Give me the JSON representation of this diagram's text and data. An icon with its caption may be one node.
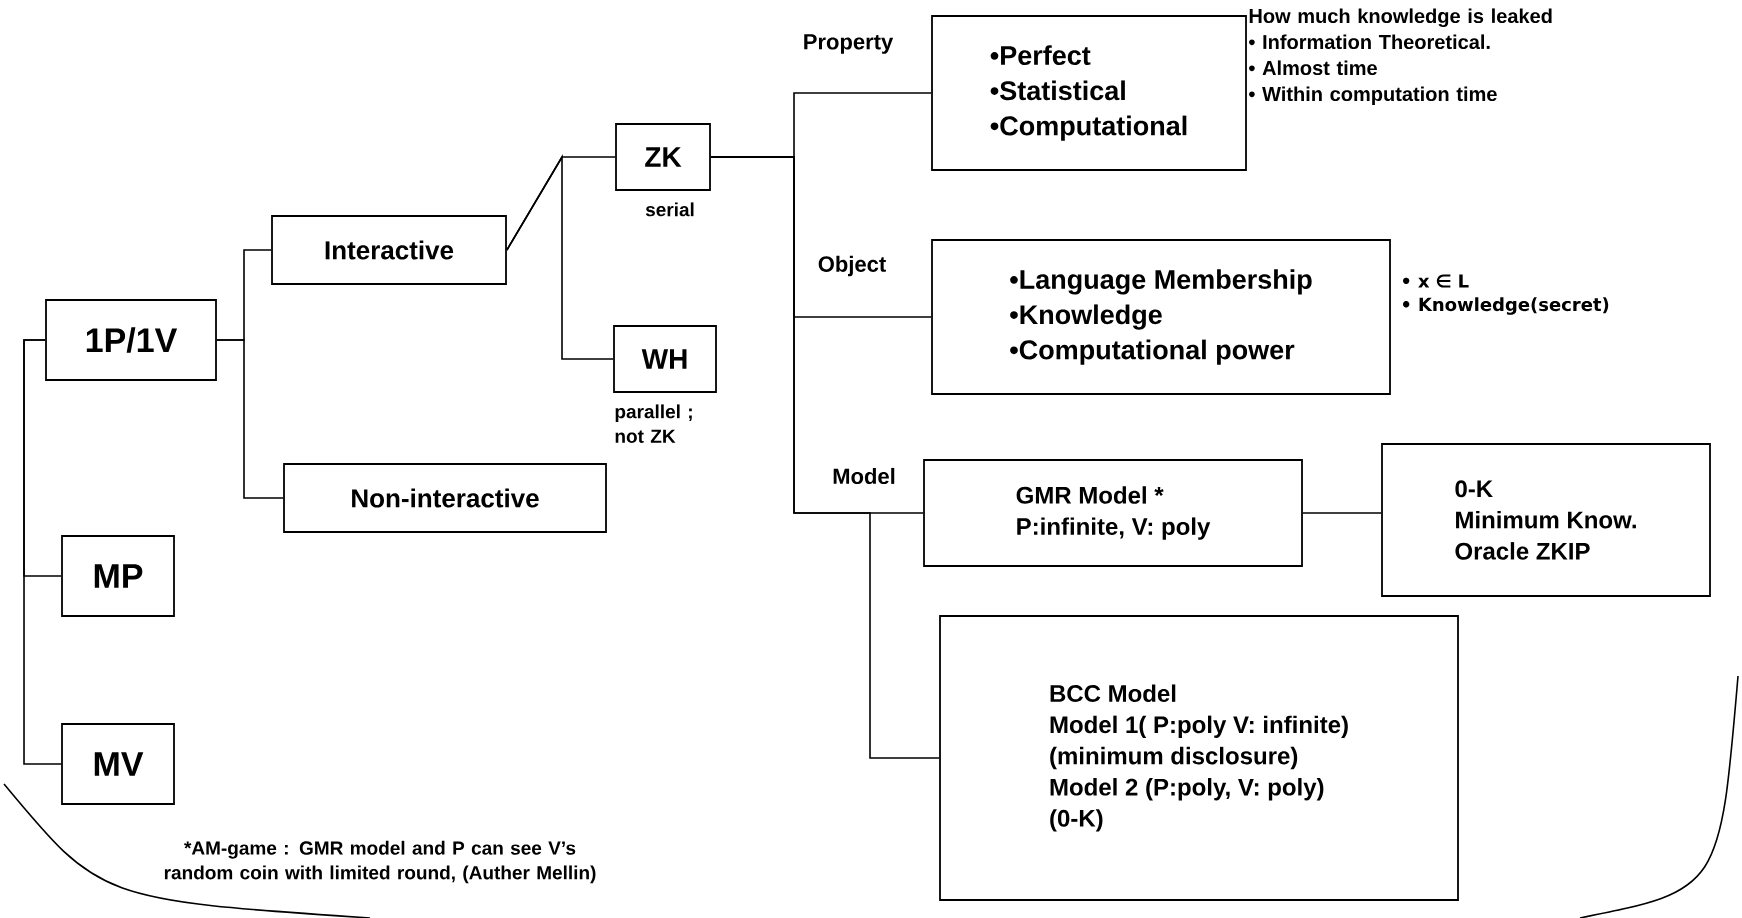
{
  "diagram": {
    "nodes": [
      {
        "text": [
          "1P/1V"
        ]
      },
      {
        "text": [
          "MP"
        ]
      },
      {
        "text": [
          "MV"
        ]
      },
      {
        "text": [
          "Interactive"
        ]
      },
      {
        "text": [
          "Non-interactive"
        ]
      },
      {
        "text": [
          "ZK"
        ],
        "beside": [
          "serial"
        ]
      },
      {
        "text": [
          "WH"
        ],
        "beside": [
          "parallel ; not ZK"
        ]
      },
      {
        "text": [
          "•Perfect",
          "•Statistical",
          "•Computational"
        ],
        "beside": [
          "How much knowledge is leaked",
          "• Information Theoretical.",
          "• Almost time",
          "• Within computation time"
        ]
      },
      {
        "text": [
          "•Language Membership",
          "•Knowledge",
          "•Computational power"
        ],
        "beside": [
          "• x ∈ L",
          "• Knowledge(secret)"
        ]
      },
      {
        "text": [
          "GMR Model *",
          "P:infinite, V: poly"
        ]
      },
      {
        "text": [
          "0-K",
          "Minimum Know.",
          "Oracle ZKIP"
        ]
      },
      {
        "text": [
          "BCC Model",
          "Model 1( P:poly V: infinite)",
          "(minimum disclosure)",
          "Model 2 (P:poly, V: poly)",
          "(0-K)"
        ]
      }
    ],
    "edges": [
      {
        "from": 0,
        "to": 1,
        "arrow": "none"
      },
      {
        "from": 0,
        "to": 2,
        "arrow": "none"
      },
      {
        "from": 0,
        "to": 3,
        "arrow": "none"
      },
      {
        "from": 0,
        "to": 4,
        "arrow": "none"
      },
      {
        "from": 3,
        "to": 5,
        "arrow": "none"
      },
      {
        "from": 3,
        "to": 6,
        "arrow": "none"
      },
      {
        "from": 5,
        "to": 7,
        "arrow": "none",
        "label": "Property"
      },
      {
        "from": 5,
        "to": 8,
        "arrow": "none",
        "label": "Object"
      },
      {
        "from": 5,
        "to": 9,
        "arrow": "none",
        "label": "Model"
      },
      {
        "from": 5,
        "to": 11,
        "arrow": "none"
      },
      {
        "from": 9,
        "to": 10,
        "arrow": "none"
      }
    ],
    "labels": [
      "*AM-game : GMR model and P can see V’s random coin with limited round, (Auther Mellin)"
    ]
  }
}
